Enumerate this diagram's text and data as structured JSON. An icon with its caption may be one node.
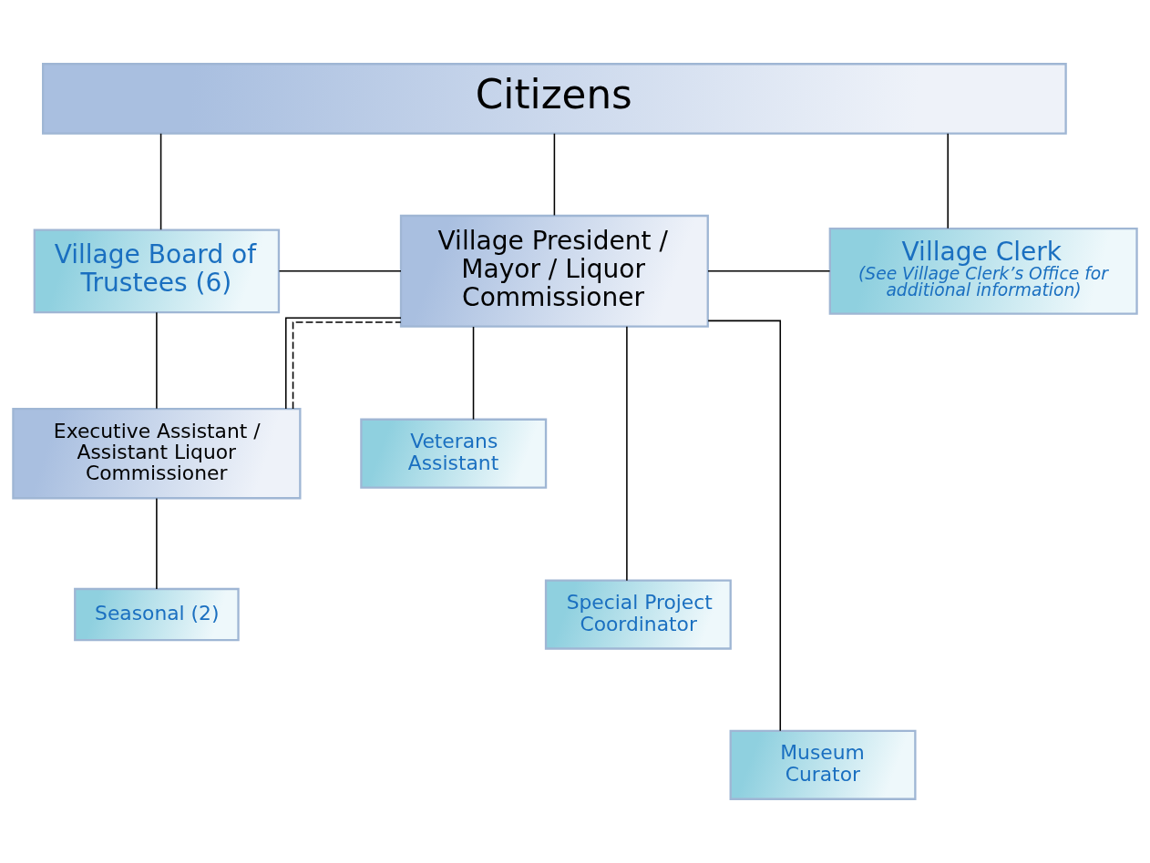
{
  "diagram": {
    "nodes": [
      {
        "text": [
          "Citizens"
        ]
      },
      {
        "text": [
          "Village Board of Trustees (6)"
        ]
      },
      {
        "text": [
          "Village President / Mayor / Liquor Commissioner"
        ]
      },
      {
        "text": [
          "Village Clerk",
          "(See Village Clerk’s Office for additional information)"
        ]
      },
      {
        "text": [
          "Executive Assistant / Assistant Liquor Commissioner"
        ]
      },
      {
        "text": [
          "Veterans Assistant"
        ]
      },
      {
        "text": [
          "Special Project Coordinator"
        ]
      },
      {
        "text": [
          "Museum Curator"
        ]
      },
      {
        "text": [
          "Seasonal (2)"
        ]
      }
    ],
    "edges": [
      {
        "from": 0,
        "to": 1,
        "arrow": "none"
      },
      {
        "from": 0,
        "to": 2,
        "arrow": "none"
      },
      {
        "from": 0,
        "to": 3,
        "arrow": "none"
      },
      {
        "from": 1,
        "to": 2,
        "arrow": "none"
      },
      {
        "from": 2,
        "to": 3,
        "arrow": "none"
      },
      {
        "from": 1,
        "to": 4,
        "arrow": "none"
      },
      {
        "from": 2,
        "to": 4,
        "arrow": "none"
      },
      {
        "from": 4,
        "to": 2,
        "arrow": "none",
        "style": "dashed"
      },
      {
        "from": 2,
        "to": 5,
        "arrow": "none"
      },
      {
        "from": 2,
        "to": 6,
        "arrow": "none"
      },
      {
        "from": 2,
        "to": 7,
        "arrow": "none"
      },
      {
        "from": 4,
        "to": 8,
        "arrow": "none"
      }
    ]
  }
}
